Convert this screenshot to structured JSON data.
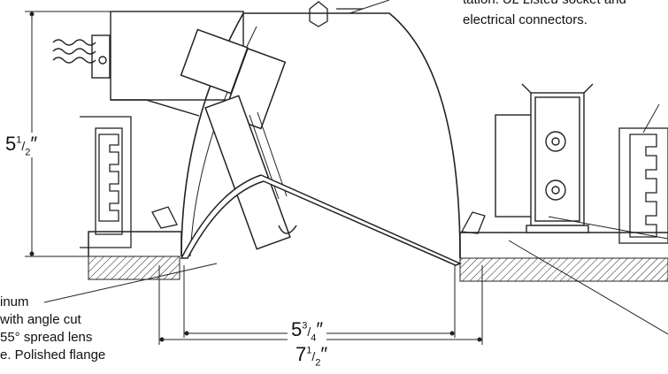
{
  "callout_top_right": {
    "prefix": "tation. ",
    "italic": "UL Listed",
    "suffix": " socket and",
    "line2": "electrical connectors."
  },
  "callout_bottom_left": {
    "line1": "inum",
    "line2": "with angle cut",
    "line3": "55° spread lens",
    "line4": "e. Polished flange"
  },
  "dimensions": {
    "height": {
      "whole": "5",
      "num": "1",
      "den": "2",
      "unit": "″"
    },
    "inner_width": {
      "whole": "5",
      "num": "3",
      "den": "4",
      "unit": "″"
    },
    "outer_width": {
      "whole": "7",
      "num": "1",
      "den": "2",
      "unit": "″"
    }
  }
}
